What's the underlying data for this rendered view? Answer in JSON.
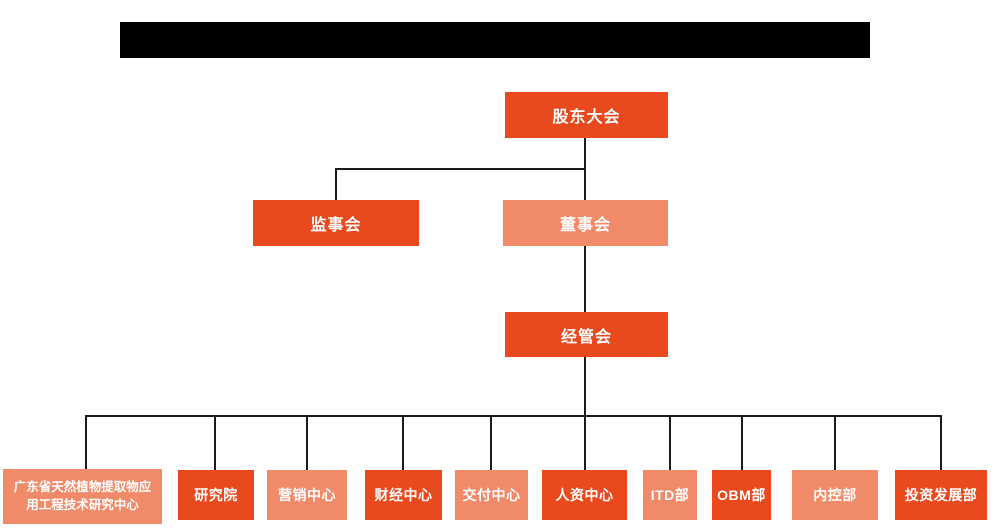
{
  "decorations": {
    "redacted_title_bar": {
      "present": true,
      "color": "#000000"
    }
  },
  "colors": {
    "node_dark": "#E8491D",
    "node_light": "#F08A68",
    "connector": "#1a1a1a",
    "background": "#ffffff",
    "node_text": "#ffffff"
  },
  "org": {
    "type": "org-chart",
    "nodes": {
      "shareholders": {
        "label": "股东大会",
        "variant": "dark"
      },
      "supervisors": {
        "label": "监事会",
        "variant": "dark"
      },
      "board": {
        "label": "董事会",
        "variant": "light"
      },
      "management": {
        "label": "经管会",
        "variant": "dark"
      },
      "departments": [
        {
          "label": "广东省天然植物提取物应用工程技术研究中心",
          "variant": "light"
        },
        {
          "label": "研究院",
          "variant": "dark"
        },
        {
          "label": "营销中心",
          "variant": "light"
        },
        {
          "label": "财经中心",
          "variant": "dark"
        },
        {
          "label": "交付中心",
          "variant": "light"
        },
        {
          "label": "人资中心",
          "variant": "dark"
        },
        {
          "label": "ITD部",
          "variant": "light"
        },
        {
          "label": "OBM部",
          "variant": "dark"
        },
        {
          "label": "内控部",
          "variant": "light"
        },
        {
          "label": "投资发展部",
          "variant": "dark"
        }
      ]
    },
    "edges": [
      {
        "from": "股东大会",
        "to": "监事会"
      },
      {
        "from": "股东大会",
        "to": "董事会"
      },
      {
        "from": "董事会",
        "to": "经管会"
      },
      {
        "from": "经管会",
        "to": "广东省天然植物提取物应用工程技术研究中心"
      },
      {
        "from": "经管会",
        "to": "研究院"
      },
      {
        "from": "经管会",
        "to": "营销中心"
      },
      {
        "from": "经管会",
        "to": "财经中心"
      },
      {
        "from": "经管会",
        "to": "交付中心"
      },
      {
        "from": "经管会",
        "to": "人资中心"
      },
      {
        "from": "经管会",
        "to": "ITD部"
      },
      {
        "from": "经管会",
        "to": "OBM部"
      },
      {
        "from": "经管会",
        "to": "内控部"
      },
      {
        "from": "经管会",
        "to": "投资发展部"
      }
    ]
  }
}
